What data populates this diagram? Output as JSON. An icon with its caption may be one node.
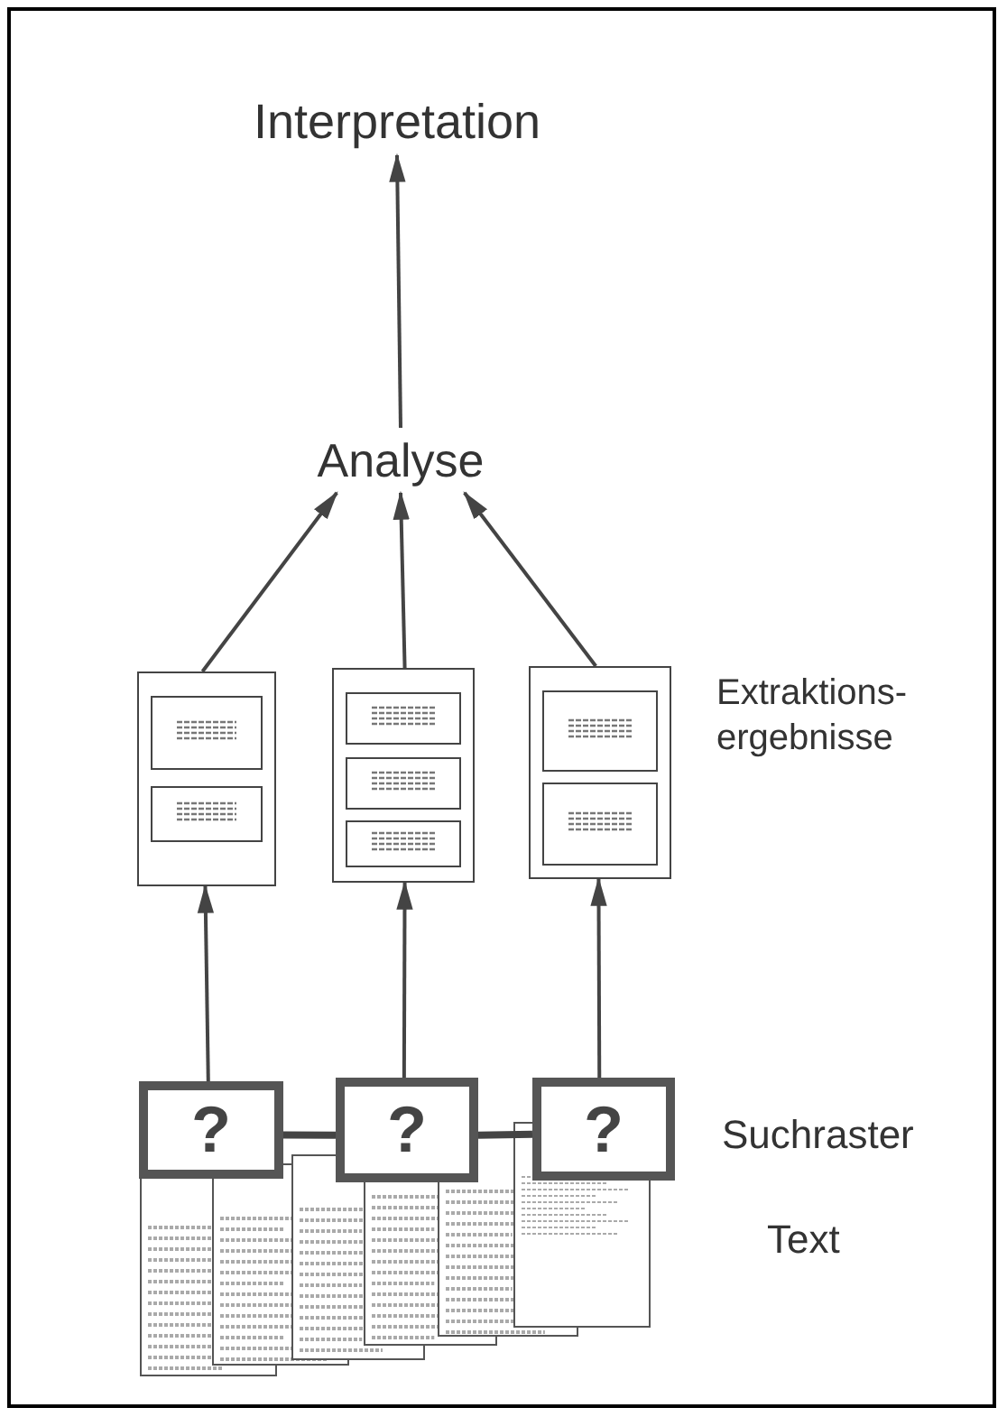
{
  "diagram": {
    "nodes": [
      {
        "text": [
          "Interpretation"
        ]
      },
      {
        "text": [
          "Analyse"
        ]
      },
      {
        "text": [],
        "shape": "picture"
      },
      {
        "text": [],
        "shape": "picture"
      },
      {
        "text": [],
        "shape": "picture"
      },
      {
        "text": [
          "?"
        ]
      },
      {
        "text": [
          "?"
        ]
      },
      {
        "text": [
          "?"
        ]
      }
    ],
    "edges": [
      {
        "from": 1,
        "to": 0,
        "arrow": "to"
      },
      {
        "from": 2,
        "to": 1,
        "arrow": "to"
      },
      {
        "from": 3,
        "to": 1,
        "arrow": "to"
      },
      {
        "from": 4,
        "to": 1,
        "arrow": "to"
      },
      {
        "from": 5,
        "to": 2,
        "arrow": "to"
      },
      {
        "from": 6,
        "to": 3,
        "arrow": "to"
      },
      {
        "from": 7,
        "to": 4,
        "arrow": "to"
      },
      {
        "from": 5,
        "to": 6,
        "arrow": "none",
        "style": "thick"
      },
      {
        "from": 6,
        "to": 7,
        "arrow": "none",
        "style": "thick"
      }
    ],
    "labels": [
      "Extraktions- ergebnisse",
      "Suchraster",
      "Text"
    ]
  }
}
